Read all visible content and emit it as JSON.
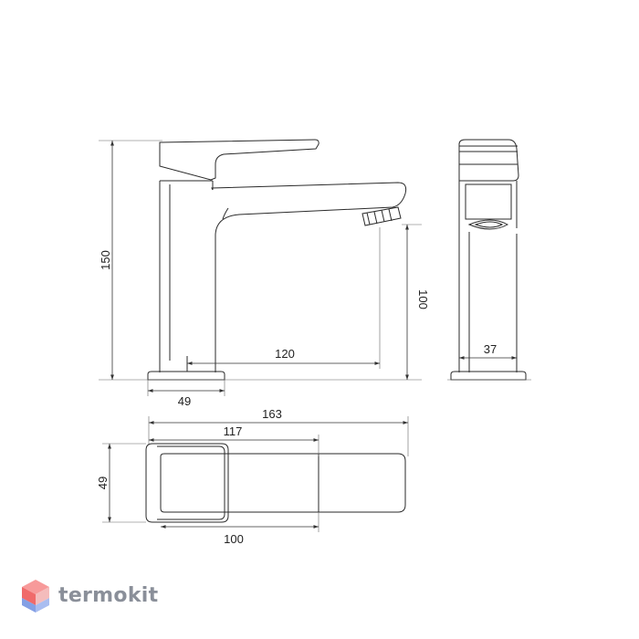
{
  "dimensions": {
    "height_total": "150",
    "spout_height": "100",
    "spout_reach": "120",
    "base_width_front": "49",
    "side_depth": "37",
    "top_total_length": "163",
    "top_handle_length": "117",
    "top_width": "49",
    "top_base_length": "100"
  },
  "brand": {
    "name": "termokit"
  },
  "colors": {
    "line": "#2a2a2a",
    "logo_text": "#8a8f99",
    "logo_red": "#f06a6a",
    "logo_blue": "#6f8fe0"
  }
}
